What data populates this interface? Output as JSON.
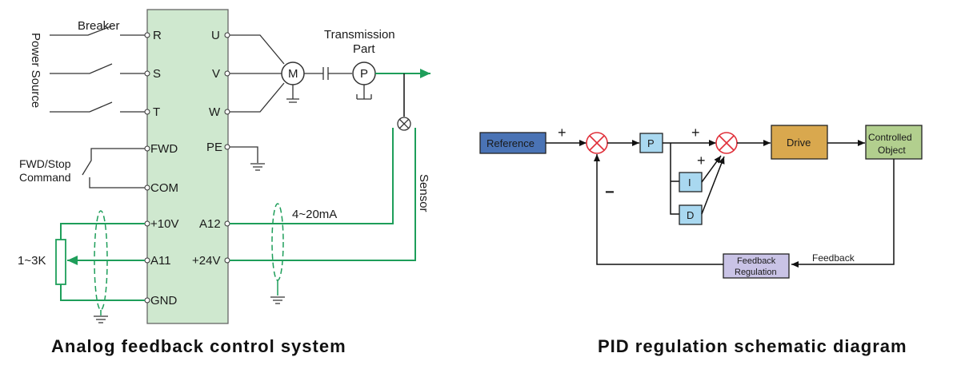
{
  "left_diagram": {
    "caption": "Analog feedback control system",
    "breaker": "Breaker",
    "power_source": "Power Source",
    "terminals_left": [
      "R",
      "S",
      "T",
      "FWD",
      "COM",
      "+10V",
      "A11",
      "GND"
    ],
    "terminals_right": [
      "U",
      "V",
      "W",
      "PE",
      "A12",
      "+24V"
    ],
    "motor": "M",
    "pump": "P",
    "transmission_line1": "Transmission",
    "transmission_line2": "Part",
    "fwd_line1": "FWD/Stop",
    "fwd_line2": "Command",
    "signal": "4~20mA",
    "sensor": "Sensor",
    "resistor": "1~3K",
    "colors": {
      "board": "#cfe8cf",
      "signal": "#1e9e5a"
    }
  },
  "right_diagram": {
    "caption": "PID regulation schematic diagram",
    "reference": "Reference",
    "p": "P",
    "i": "I",
    "d": "D",
    "drive": "Drive",
    "controlled_line1": "Controlled",
    "controlled_line2": "Object",
    "feedback": "Feedback",
    "feedback_reg_line1": "Feedback",
    "feedback_reg_line2": "Regulation",
    "plus": "+",
    "minus": "−",
    "colors": {
      "reference": "#4a73b5",
      "pid": "#a9d8f0",
      "drive": "#d9a84e",
      "controlled": "#b2cf8e",
      "feedback_reg": "#c9c3e6",
      "sum": "#e0303a"
    }
  }
}
